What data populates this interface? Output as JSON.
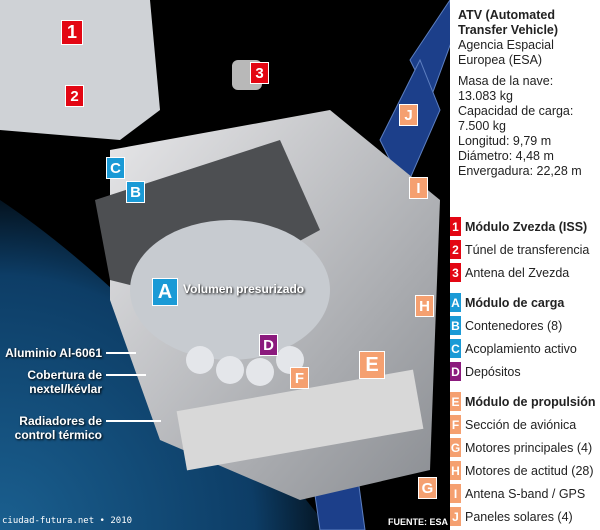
{
  "info": {
    "title": "ATV (Automated Transfer Vehicle)",
    "agency": "Agencia Espacial Europea (ESA)",
    "specs": [
      "Masa de la nave:",
      "13.083 kg",
      "Capacidad de carga:",
      "7.500 kg",
      "Longitud: 9,79 m",
      "Diámetro: 4,48 m",
      "Envergadura: 22,28 m"
    ]
  },
  "legend": [
    {
      "key": "1",
      "label": "Módulo Zvezda (ISS)",
      "color": "#e30613",
      "bold": true
    },
    {
      "key": "2",
      "label": "Túnel de transferencia",
      "color": "#e30613"
    },
    {
      "key": "3",
      "label": "Antena del Zvezda",
      "color": "#e30613"
    },
    {
      "key": "A",
      "label": "Módulo de carga",
      "color": "#1a9ad6",
      "bold": true
    },
    {
      "key": "B",
      "label": "Contenedores (8)",
      "color": "#1a9ad6"
    },
    {
      "key": "C",
      "label": "Acoplamiento activo",
      "color": "#1a9ad6"
    },
    {
      "key": "D",
      "label": "Depósitos",
      "color": "#8b1a7d"
    },
    {
      "key": "E",
      "label": "Módulo de propulsión",
      "color": "#f5a070",
      "bold": true
    },
    {
      "key": "F",
      "label": "Sección de aviónica",
      "color": "#f5a070"
    },
    {
      "key": "G",
      "label": "Motores principales (4)",
      "color": "#f5a070"
    },
    {
      "key": "H",
      "label": "Motores de actitud (28)",
      "color": "#f5a070"
    },
    {
      "key": "I",
      "label": "Antena S-band / GPS",
      "color": "#f5a070"
    },
    {
      "key": "J",
      "label": "Paneles solares (4)",
      "color": "#f5a070"
    }
  ],
  "diagram": {
    "volume_label": "Volumen presurizado",
    "callouts": [
      "Aluminio Al-6061",
      "Cobertura de nextel/kévlar",
      "Radiadores de control térmico"
    ]
  },
  "footer": {
    "credit": "ciudad-futura.net • 2010",
    "source": "FUENTE: ESA"
  }
}
